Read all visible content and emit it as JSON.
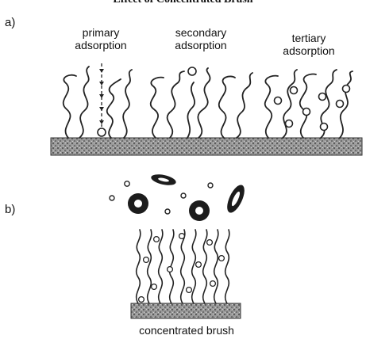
{
  "figure": {
    "title": "Effect of Concentrated Brush",
    "panel_a": {
      "label": "a)",
      "primary": [
        "primary",
        "adsorption"
      ],
      "secondary": [
        "secondary",
        "adsorption"
      ],
      "tertiary": [
        "tertiary",
        "adsorption"
      ]
    },
    "panel_b": {
      "label": "b)",
      "caption": "concentrated brush"
    }
  }
}
